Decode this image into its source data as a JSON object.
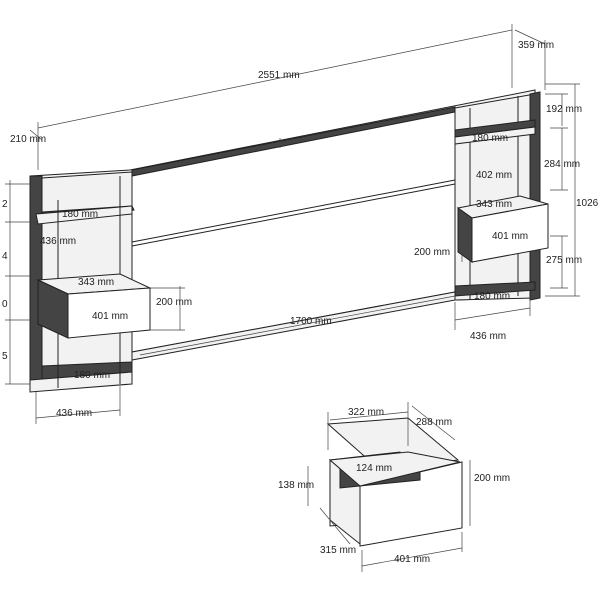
{
  "drawing": {
    "labels": {
      "total_width": "2551 mm",
      "depth_right": "359 mm",
      "depth_left": "210 mm",
      "right_top_shelf": "192 mm",
      "right_shelf_w1": "180 mm",
      "right_gap": "284 mm",
      "right_drawer_w": "402 mm",
      "right_drawer_d": "343 mm",
      "right_drawer_front": "401 mm",
      "right_drawer_h": "200 mm",
      "right_lower": "275 mm",
      "right_shelf_w2": "180 mm",
      "total_height": "1026 mm",
      "right_unit_w": "436 mm",
      "center_w": "1700 mm",
      "left_a": "2",
      "left_b": "4",
      "left_c": "0",
      "left_d": "5",
      "left_shelf_w1": "180 mm",
      "left_unit_w_top": "436 mm",
      "left_drawer_d": "343 mm",
      "left_drawer_front": "401 mm",
      "left_drawer_h": "200 mm",
      "left_shelf_w2": "180 mm",
      "left_unit_w": "436 mm"
    },
    "drawer_detail": {
      "width_top": "322 mm",
      "depth": "288 mm",
      "inner": "124 mm",
      "side_h": "138 mm",
      "front_h": "200 mm",
      "depth_bottom": "315 mm",
      "front_w": "401 mm"
    }
  }
}
